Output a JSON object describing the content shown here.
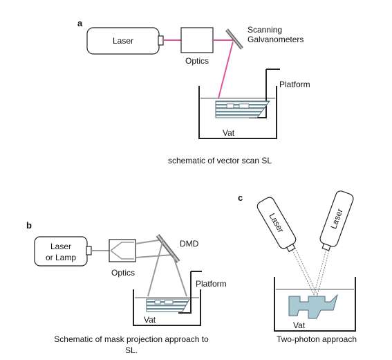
{
  "panel_a": {
    "letter": "a",
    "laser": "Laser",
    "optics": "Optics",
    "scanning_line1": "Scanning",
    "scanning_line2": "Galvanometers",
    "platform": "Platform",
    "vat": "Vat",
    "caption": "schematic of vector scan SL",
    "beam_color": "#e0559a"
  },
  "panel_b": {
    "letter": "b",
    "laser_line1": "Laser",
    "laser_line2": "or Lamp",
    "optics": "Optics",
    "dmd": "DMD",
    "platform": "Platform",
    "vat": "Vat",
    "caption_line1": "Schematic of mask projection approach to",
    "caption_line2": "SL.",
    "beam_color": "#9a9a9a"
  },
  "panel_c": {
    "letter": "c",
    "laser_left": "Laser",
    "laser_right": "Laser",
    "vat": "Vat",
    "caption": "Two-photon approach",
    "part_color": "#a9c9d3"
  }
}
